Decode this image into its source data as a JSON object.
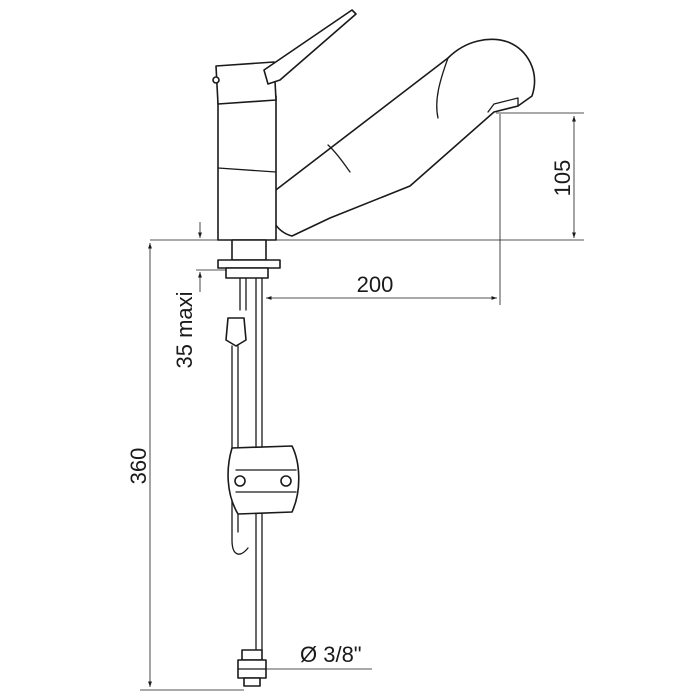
{
  "dimensions": {
    "spout_height": "105",
    "spout_reach": "200",
    "deck_thickness": "35 maxi",
    "total_depth": "360",
    "hose_connection": "Ø 3/8\""
  },
  "colors": {
    "line": "#1a1a1a",
    "background": "#ffffff"
  }
}
